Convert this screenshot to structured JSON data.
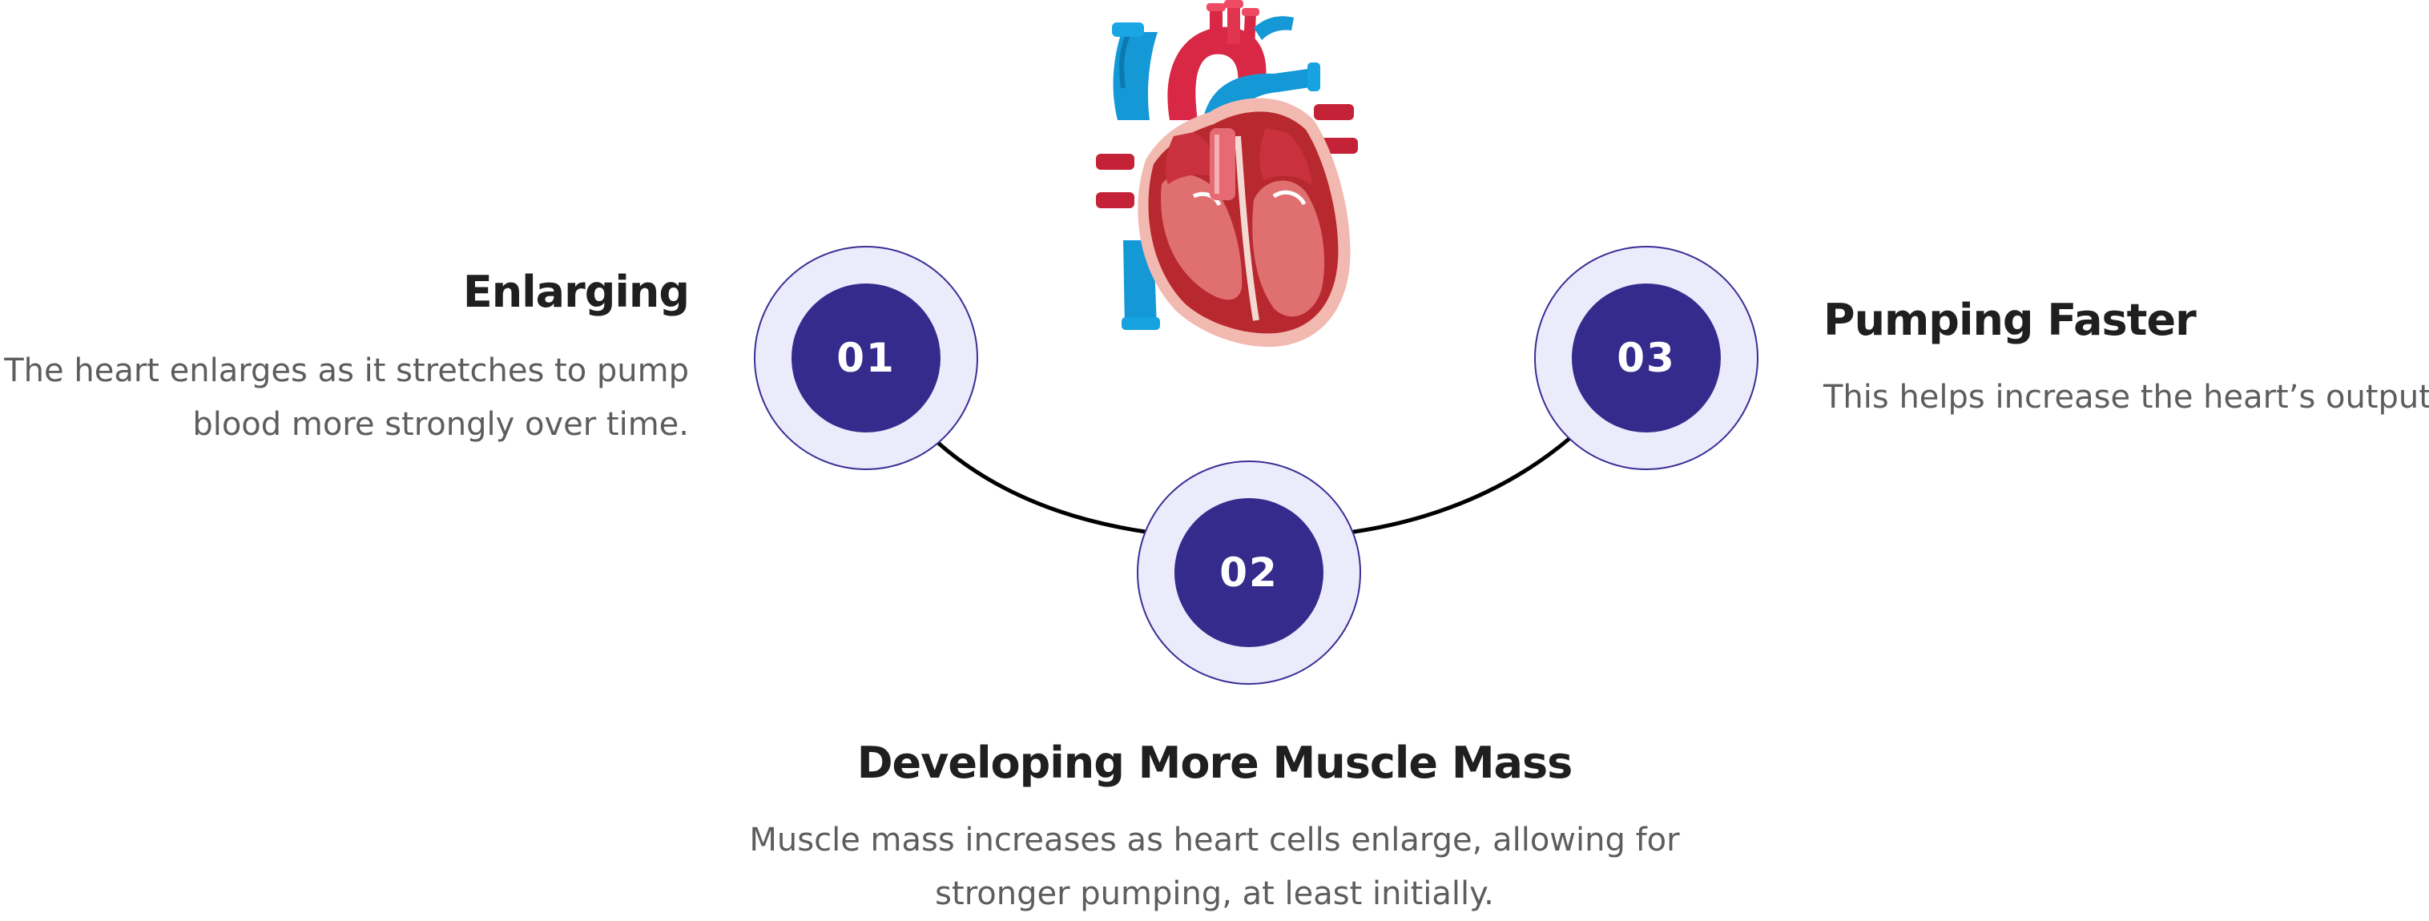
{
  "steps": [
    {
      "number": "01",
      "title": "Enlarging",
      "text": "The heart enlarges as it stretches to pump blood more strongly over time."
    },
    {
      "number": "02",
      "title": "Developing More Muscle Mass",
      "text": "Muscle mass increases as heart cells enlarge, allowing for stronger pumping, at least initially."
    },
    {
      "number": "03",
      "title": "Pumping Faster",
      "text": "This helps increase the heart’s output."
    }
  ],
  "illustration": {
    "icon": "heart-anatomy-icon"
  },
  "colors": {
    "circle_outer": "#ecebfb",
    "circle_inner": "#342b8c",
    "circle_border": "#3a2f95",
    "connector": "#000000",
    "title": "#1f1f1f",
    "text": "#5d5d5d",
    "heart_red": "#d82845",
    "heart_blue": "#1598d6"
  }
}
